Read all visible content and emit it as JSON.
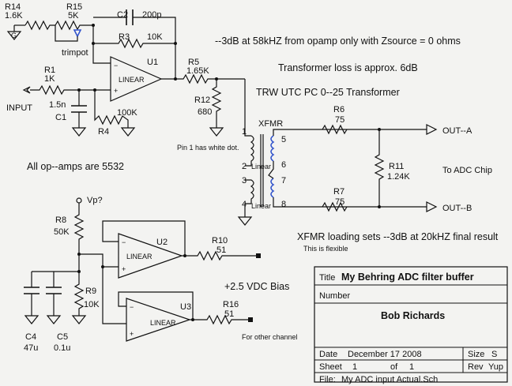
{
  "components": {
    "r14": {
      "ref": "R14",
      "value": "1.6K"
    },
    "r15": {
      "ref": "R15",
      "value": "5K",
      "note": "trimpot"
    },
    "c2": {
      "ref": "C2",
      "value": "200p"
    },
    "r3": {
      "ref": "R3",
      "value": "10K"
    },
    "r1": {
      "ref": "R1",
      "value": "1K"
    },
    "c1": {
      "ref": "C1",
      "value": "1.5n"
    },
    "r4": {
      "ref": "R4",
      "value": "100K"
    },
    "u1": {
      "ref": "U1",
      "label": "LINEAR"
    },
    "r5": {
      "ref": "R5",
      "value": "1.65K"
    },
    "r12": {
      "ref": "R12",
      "value": "680"
    },
    "r6": {
      "ref": "R6",
      "value": "75"
    },
    "r7": {
      "ref": "R7",
      "value": "75"
    },
    "r11": {
      "ref": "R11",
      "value": "1.24K"
    },
    "r8": {
      "ref": "R8",
      "value": "50K"
    },
    "r9": {
      "ref": "R9",
      "value": "10K"
    },
    "c4": {
      "ref": "C4",
      "value": "47u"
    },
    "c5": {
      "ref": "C5",
      "value": "0.1u"
    },
    "u2": {
      "ref": "U2",
      "label": "LINEAR"
    },
    "u3": {
      "ref": "U3",
      "label": "LINEAR"
    },
    "r10": {
      "ref": "R10",
      "value": "51"
    },
    "r16": {
      "ref": "R16",
      "value": "51"
    },
    "xfmr": {
      "ref": "XFMR",
      "core_label": "Linear",
      "pins": [
        "1",
        "2",
        "3",
        "4",
        "5",
        "6",
        "7",
        "8"
      ],
      "pin_note": "Pin 1 has white dot."
    }
  },
  "labels": {
    "input": "INPUT",
    "vp": "Vp?",
    "out_a": "OUT--A",
    "out_b": "OUT--B",
    "to_adc": "To ADC Chip",
    "for_other": "For other channel",
    "bias": "+2.5 VDC Bias",
    "flexible": "This is flexible"
  },
  "notes": {
    "note1": "--3dB at 58kHZ from opamp only with Zsource = 0 ohms",
    "note2": "Transformer loss is approx. 6dB",
    "note3": "TRW UTC PC 0--25 Transformer",
    "note4": "All op--amps are 5532",
    "note5": "XFMR loading sets --3dB at 20kHZ final result"
  },
  "title_block": {
    "title_label": "Title",
    "title": "My Behring ADC filter buffer",
    "number_label": "Number",
    "author": "Bob Richards",
    "date_label": "Date",
    "date": "December 17 2008",
    "size_label": "Size",
    "size": "S",
    "sheet_label": "Sheet",
    "sheet": "1",
    "of_label": "of",
    "of": "1",
    "rev_label": "Rev",
    "rev": "Yup",
    "file_label": "File:",
    "file": "My ADC input Actual.Sch"
  }
}
